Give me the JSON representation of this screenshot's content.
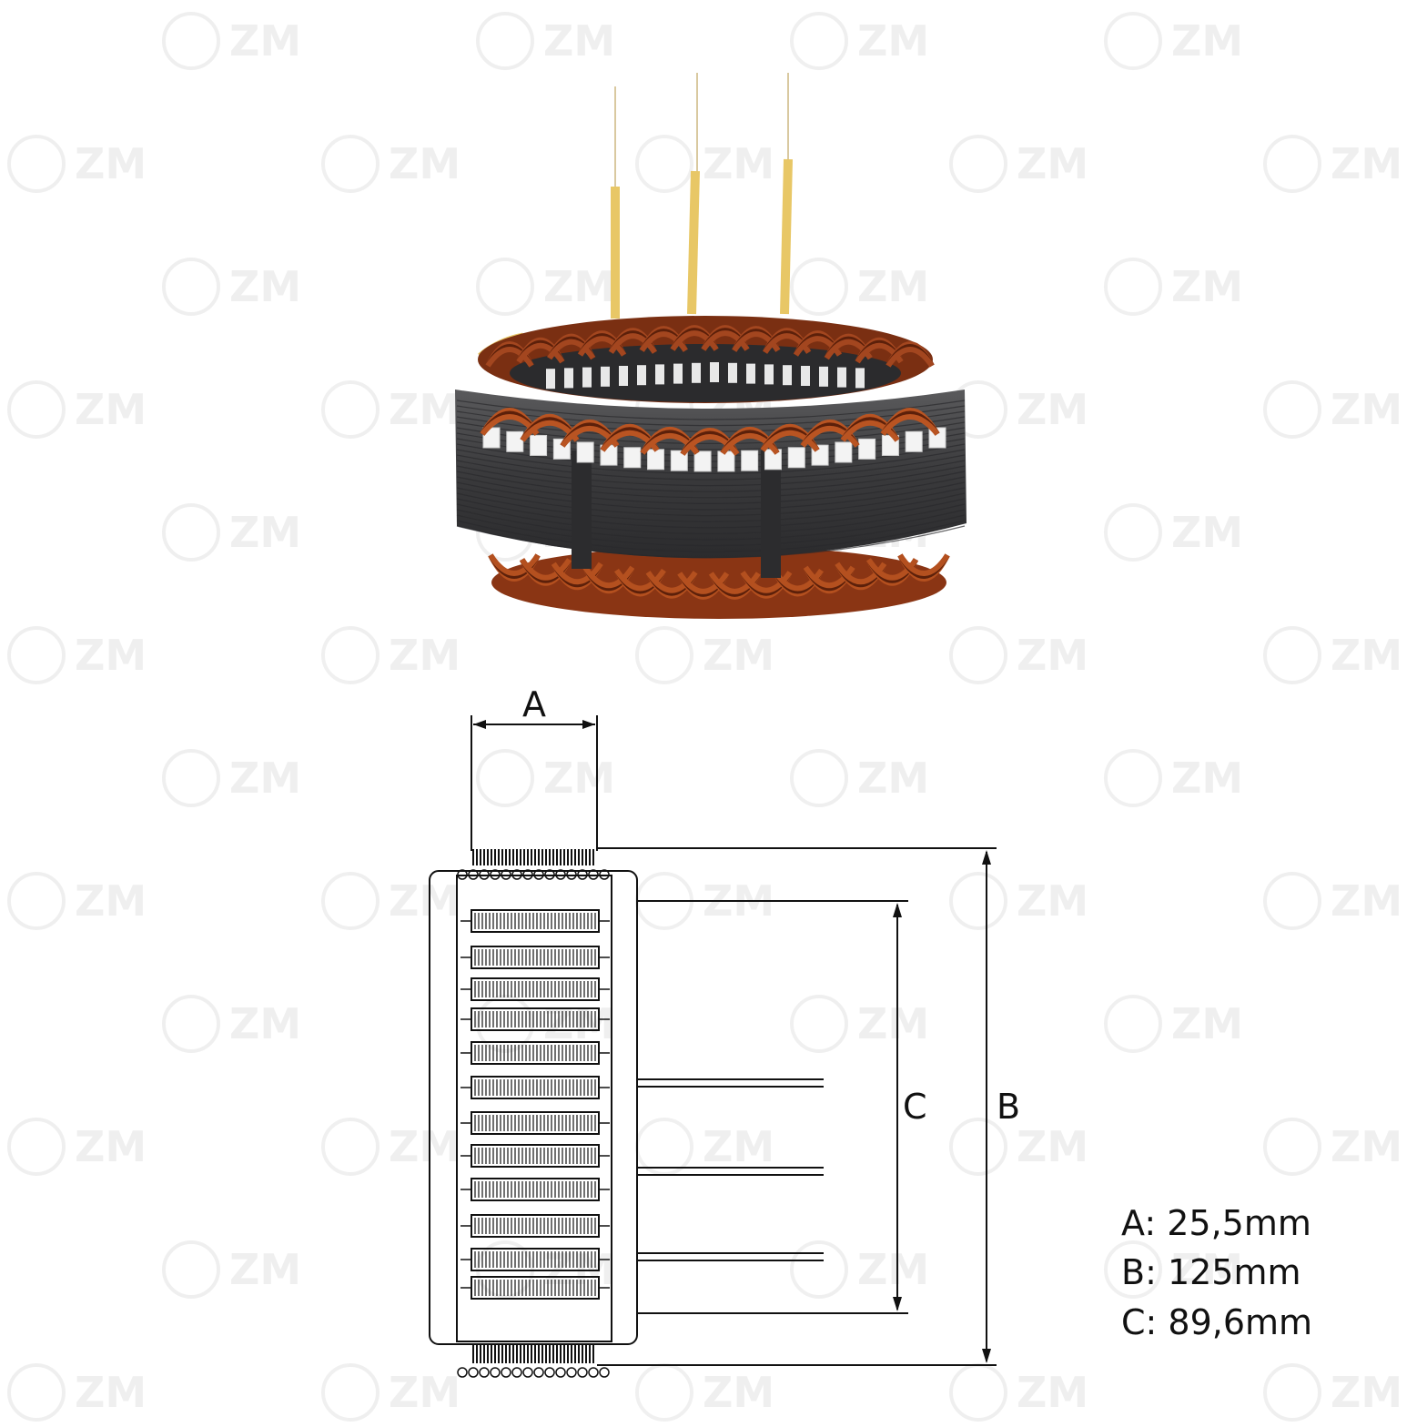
{
  "watermark": {
    "text": "ZM",
    "icon": "zm-logo-icon"
  },
  "dimension_labels": {
    "a": "A",
    "b": "B",
    "c": "C"
  },
  "specs": [
    {
      "text": "A: 25,5mm"
    },
    {
      "text": "B: 125mm"
    },
    {
      "text": "C: 89,6mm"
    }
  ],
  "colors": {
    "copper": "#a3461f",
    "copper_dark": "#5c200a",
    "core": "#3b3b3d",
    "lead_wire": "#e8c766",
    "line": "#111111"
  }
}
